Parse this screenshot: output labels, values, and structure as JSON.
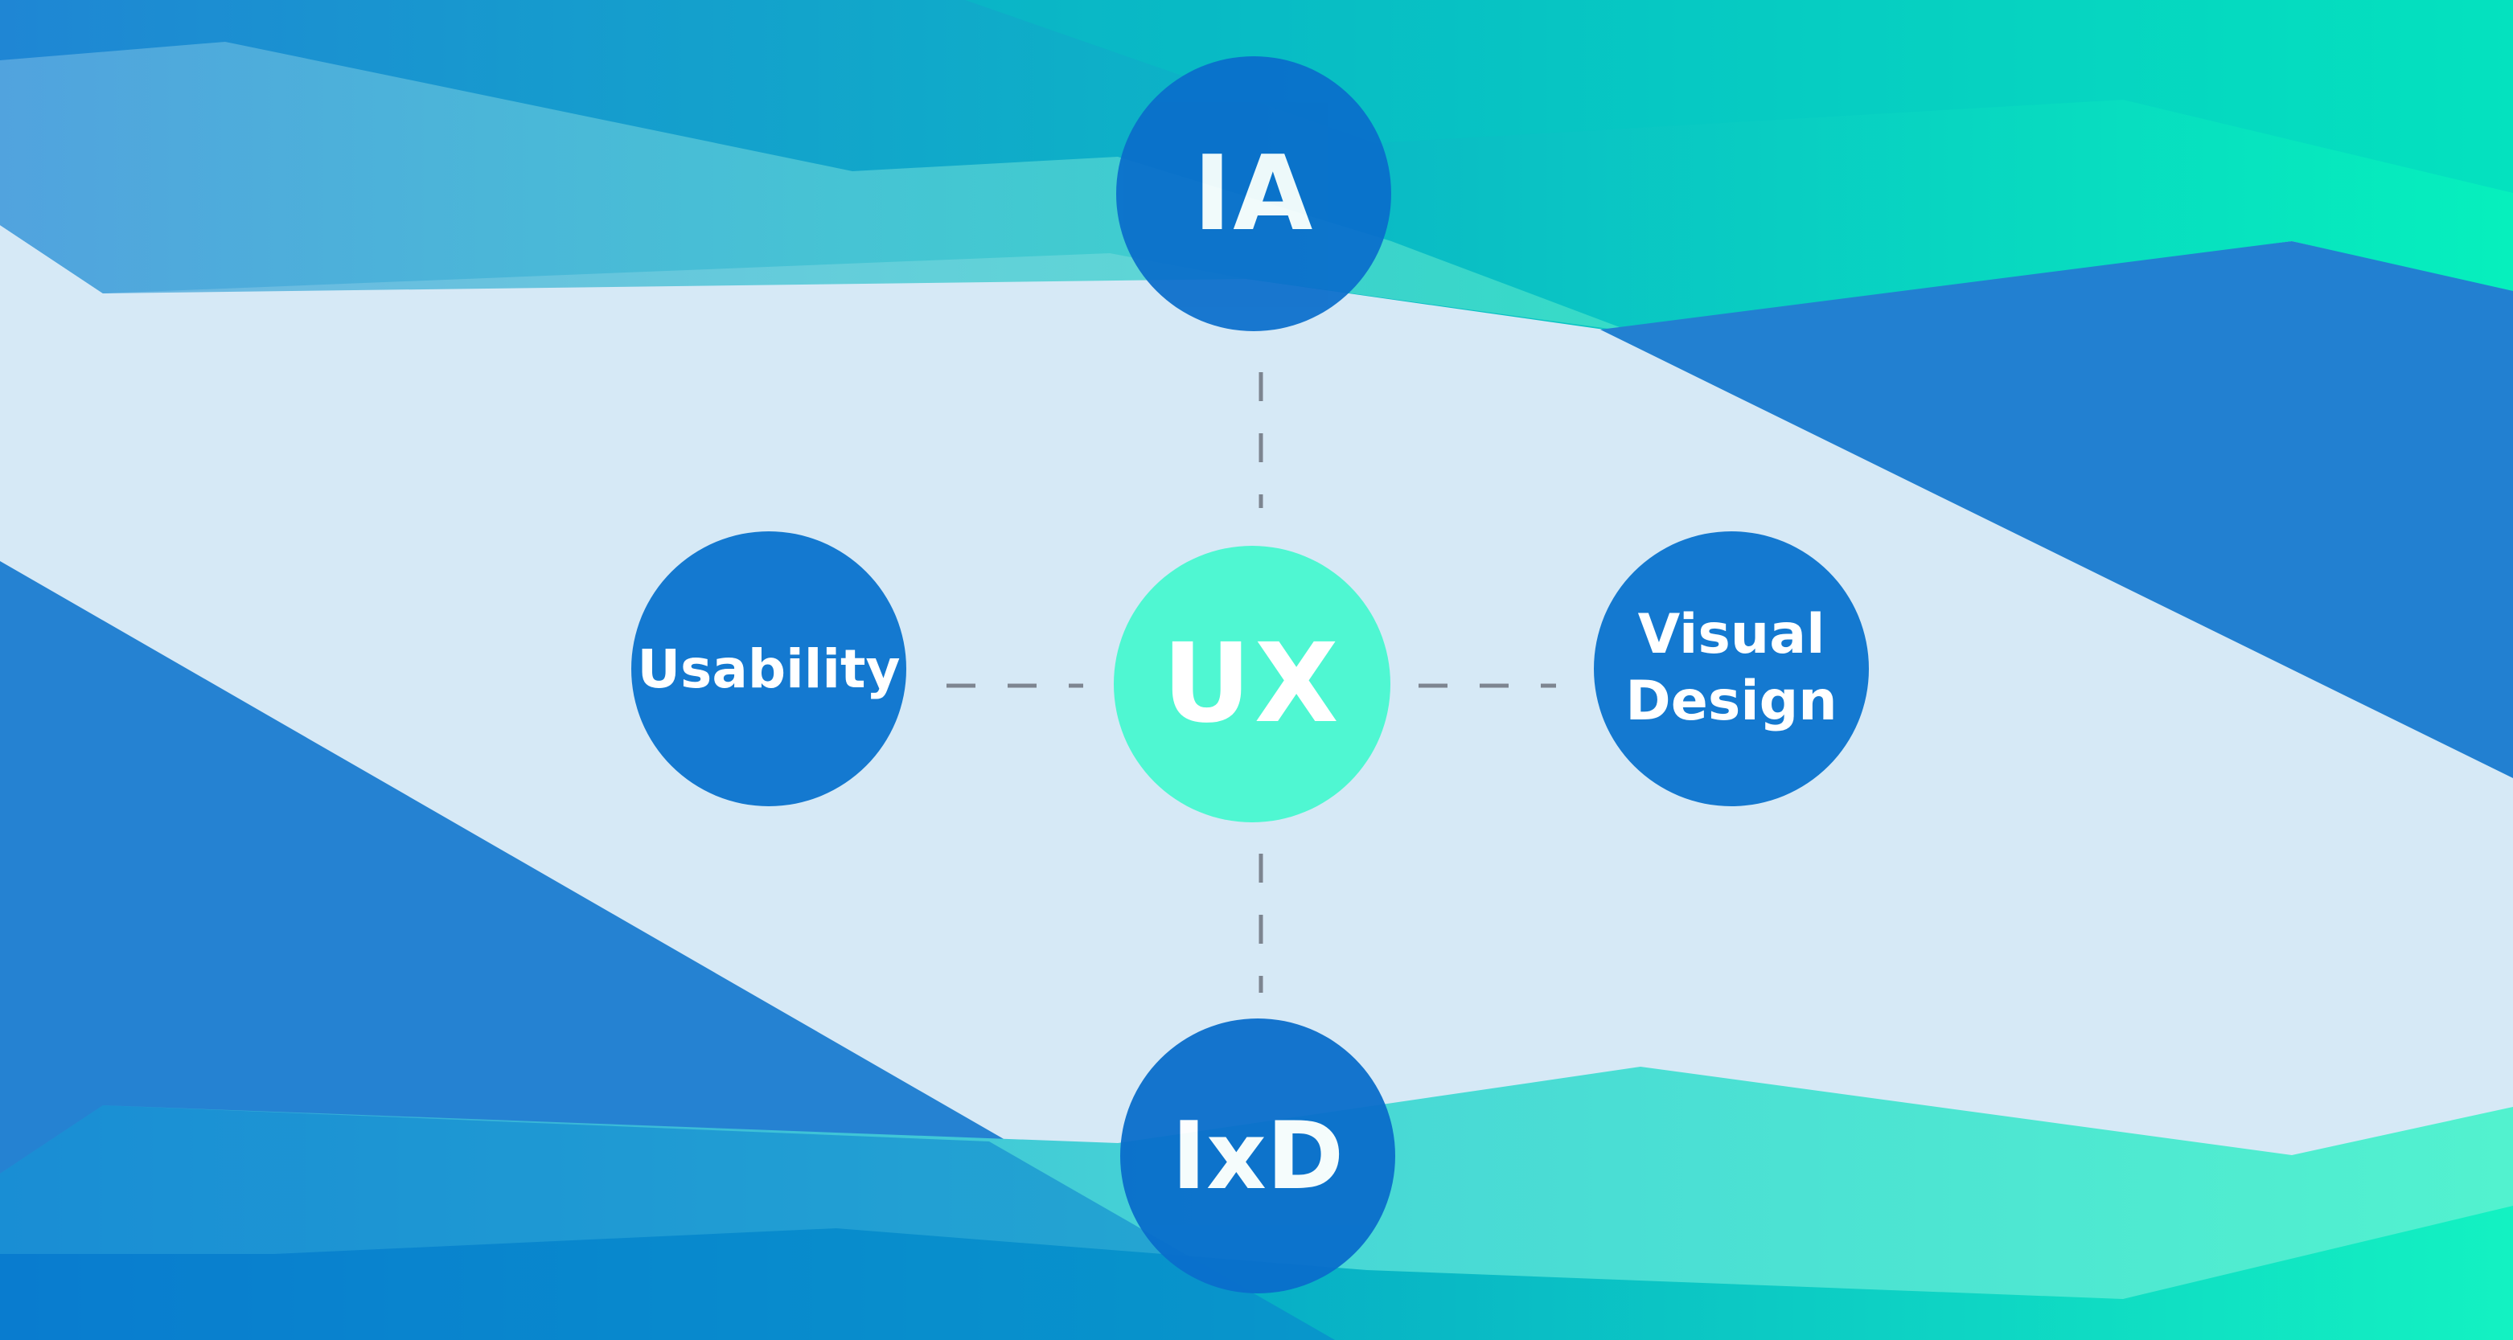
{
  "diagram": {
    "center": {
      "label": "UX"
    },
    "top": {
      "label": "IA"
    },
    "bottom": {
      "label": "IxD"
    },
    "left": {
      "label": "Usability"
    },
    "right": {
      "label": "Visual\nDesign"
    }
  },
  "colors": {
    "background": "#d6e9f6",
    "center_node": "#4ff7d2",
    "outer_node": "#0a6ecb",
    "side_node": "#1479d0",
    "connector": "#7d8590",
    "band_blue": "#1e7fd3",
    "band_teal": "#00c9c0",
    "band_mint": "#0ff0bf"
  }
}
